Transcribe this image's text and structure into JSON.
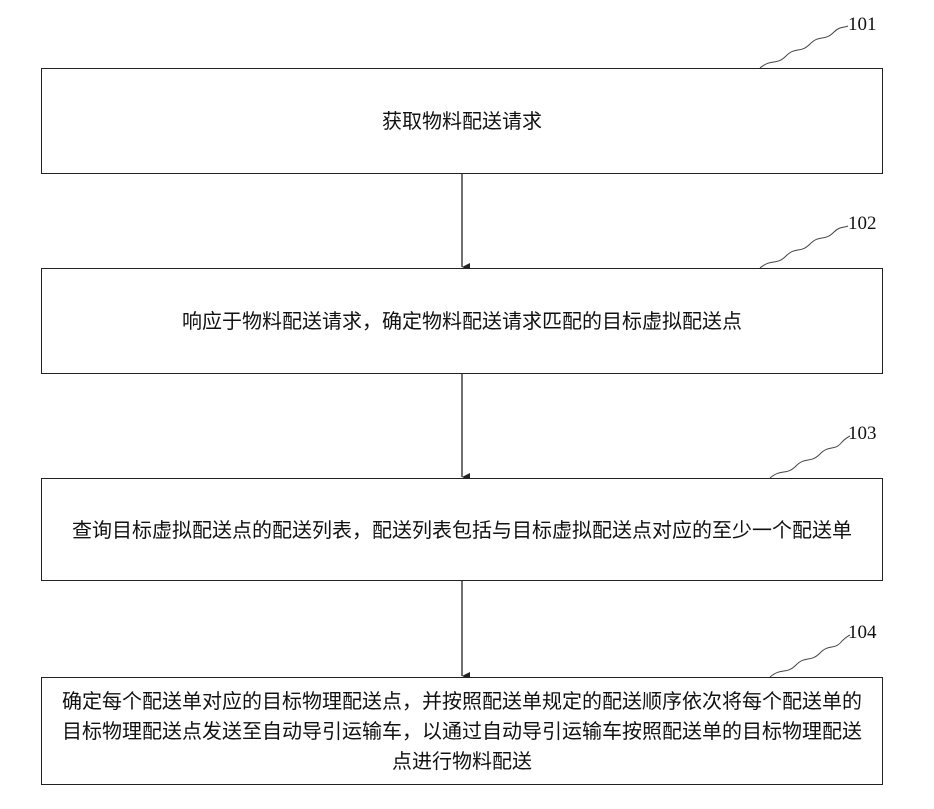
{
  "flowchart": {
    "steps": [
      {
        "id": "101",
        "text": "获取物料配送请求"
      },
      {
        "id": "102",
        "text": "响应于物料配送请求，确定物料配送请求匹配的目标虚拟配送点"
      },
      {
        "id": "103",
        "text": "查询目标虚拟配送点的配送列表，配送列表包括与目标虚拟配送点对应的至少一个配送单"
      },
      {
        "id": "104",
        "text": "确定每个配送单对应的目标物理配送点，并按照配送单规定的配送顺序依次将每个配送单的目标物理配送点发送至自动导引运输车，以通过自动导引运输车按照配送单的目标物理配送点进行物料配送"
      }
    ]
  }
}
